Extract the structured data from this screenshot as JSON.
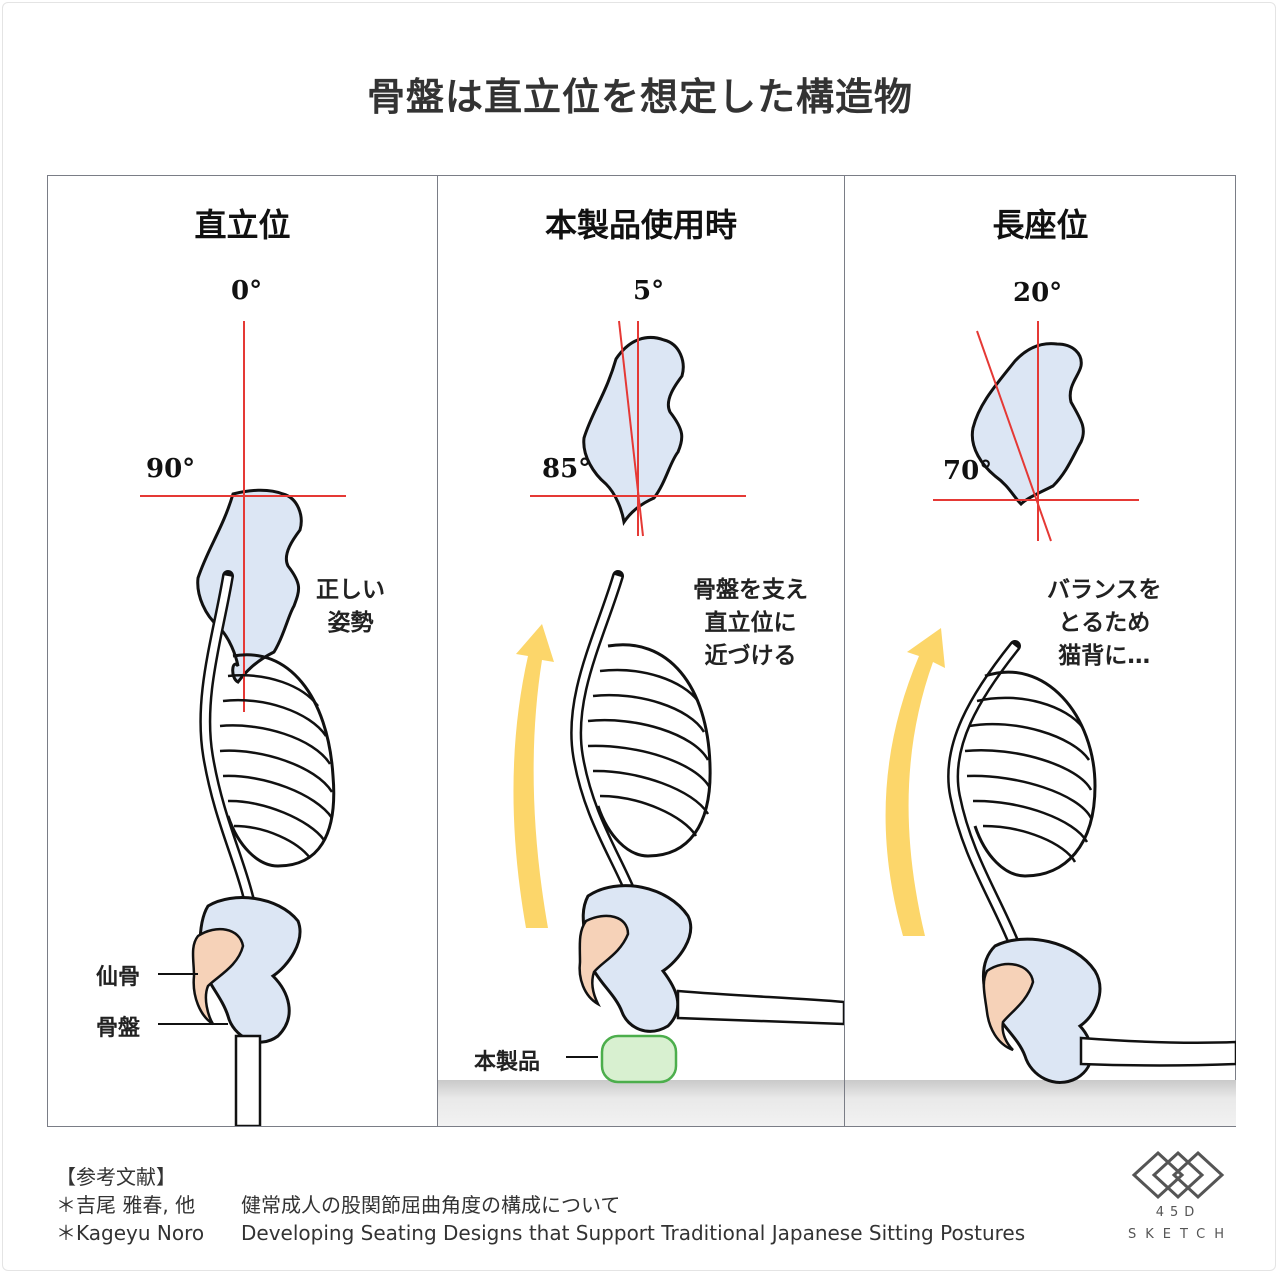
{
  "title": "骨盤は直立位を想定した構造物",
  "panels": [
    {
      "title": "直立位",
      "angle_top": "0°",
      "angle_side": "90°",
      "note": [
        "正しい",
        "姿勢"
      ],
      "labels": {
        "sacrum": "仙骨",
        "pelvis": "骨盤"
      }
    },
    {
      "title": "本製品使用時",
      "angle_top": "5°",
      "angle_side": "85°",
      "note": [
        "骨盤を支え",
        "直立位に",
        "近づける"
      ],
      "labels": {
        "product": "本製品"
      }
    },
    {
      "title": "長座位",
      "angle_top": "20°",
      "angle_side": "70°",
      "note": [
        "バランスを",
        "とるため",
        "猫背に…"
      ]
    }
  ],
  "references": {
    "heading": "【参考文献】",
    "items": [
      {
        "bullet": "＊",
        "author": "吉尾 雅春, 他",
        "title": "健常成人の股関節屈曲角度の構成について"
      },
      {
        "bullet": "＊",
        "author": "Kageyu Noro",
        "title": "Developing Seating Designs that Support Traditional Japanese Sitting Postures"
      }
    ]
  },
  "logo": {
    "number": "45D",
    "word": "SKETCH"
  },
  "colors": {
    "bone_fill": "#dce6f4",
    "sacrum_fill": "#f6d2b8",
    "axis_red": "#e53935",
    "arrow_yellow": "#fcd66a",
    "product_green": "#d8f0d0",
    "product_border": "#4cae4c"
  }
}
